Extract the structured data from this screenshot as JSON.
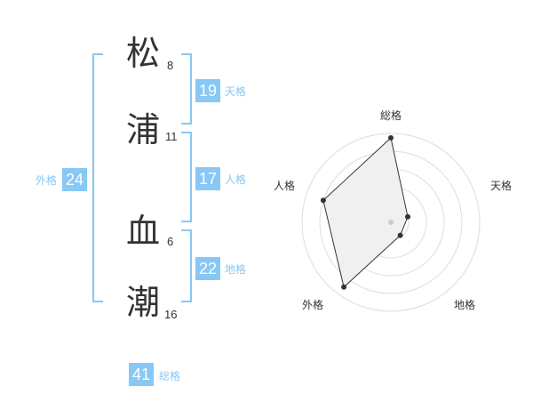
{
  "name": {
    "chars": [
      {
        "char": "松",
        "strokes": "8"
      },
      {
        "char": "浦",
        "strokes": "11"
      },
      {
        "char": "血",
        "strokes": "6"
      },
      {
        "char": "潮",
        "strokes": "16"
      }
    ]
  },
  "kakusu": {
    "tenkaku": {
      "value": "19",
      "label": "天格"
    },
    "jinkaku": {
      "value": "17",
      "label": "人格"
    },
    "chikaku": {
      "value": "22",
      "label": "地格"
    },
    "gaikaku": {
      "value": "24",
      "label": "外格"
    },
    "soukaku": {
      "value": "41",
      "label": "総格"
    }
  },
  "colors": {
    "accent": "#87c8f5",
    "text": "#333333",
    "grid": "#dddddd",
    "fill": "#eeeeee"
  },
  "radar": {
    "labels": {
      "top": "総格",
      "right": "天格",
      "bottom_right": "地格",
      "bottom_left": "外格",
      "left": "人格"
    },
    "axes_order": [
      "総格",
      "天格",
      "地格",
      "外格",
      "人格"
    ],
    "levels": 5,
    "values": [
      0.95,
      0.2,
      0.18,
      0.9,
      0.8
    ]
  }
}
